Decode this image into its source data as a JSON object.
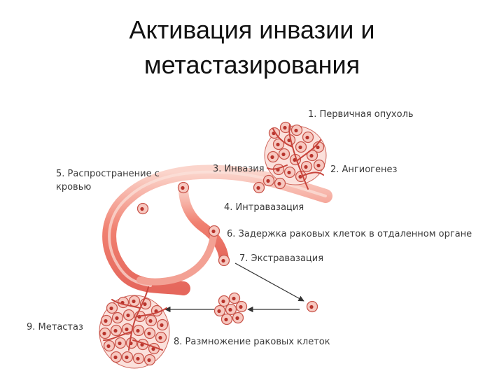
{
  "title": {
    "line1": "Активация инвазии и",
    "line2": "метастазирования"
  },
  "labels": {
    "primary_tumor": "1. Первичная опухоль",
    "angiogenesis": "2. Ангиогенез",
    "invasion": "3. Инвазия",
    "intravasation": "4. Интравазация",
    "spread_line1": "5. Распространение с",
    "spread_line2": "кровью",
    "arrest": "6. Задержка раковых клеток в отдаленном органе",
    "extravasation": "7. Экстравазация",
    "proliferation": "8. Размножение раковых клеток",
    "metastasis": "9. Метастаз"
  },
  "colors": {
    "vessel": "#f08070",
    "vessel_light": "#fbd5cc",
    "vessel_dark": "#c8443c",
    "cell_fill": "#f7c8c0",
    "cell_stroke": "#c9564c",
    "nucleus": "#b8342c",
    "arrow": "#333333"
  }
}
